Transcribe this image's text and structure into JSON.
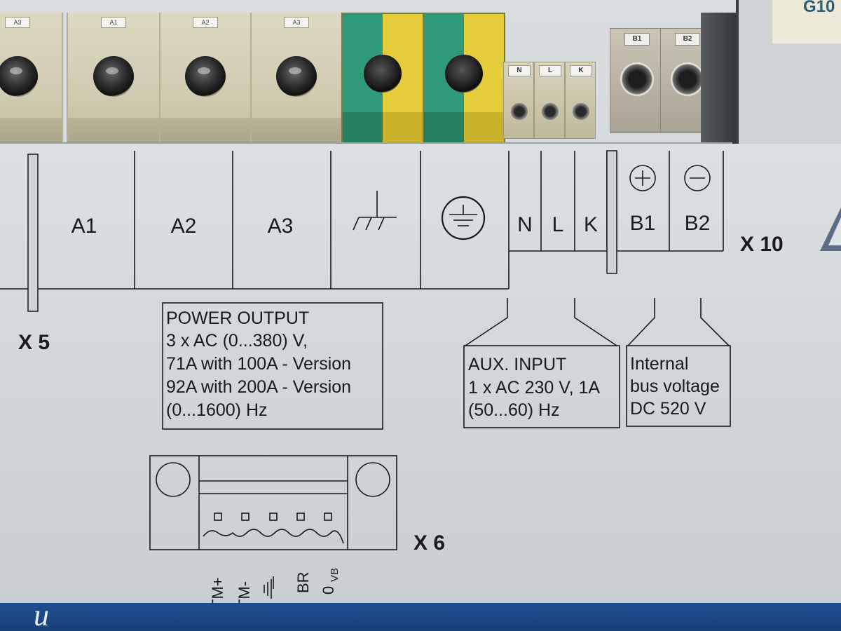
{
  "hardware": {
    "terminal_tags": [
      "A3",
      "A1",
      "A2",
      "A3"
    ],
    "small_terminal_tags": [
      "N",
      "L",
      "K"
    ],
    "bus_terminal_tags": [
      "B1",
      "B2"
    ],
    "device_label": "G10"
  },
  "plate": {
    "x5_terminals": [
      "A1",
      "A2",
      "A3"
    ],
    "aux_terminals": [
      "N",
      "L",
      "K"
    ],
    "bus_terminals": [
      "B1",
      "B2"
    ],
    "x10_label": "X 10",
    "x5_label": "X 5",
    "x6_label": "X 6",
    "power_output_lines": [
      "POWER OUTPUT",
      "3 x AC (0...380) V,",
      "71A with 100A - Version",
      "92A with 200A - Version",
      "(0...1600) Hz"
    ],
    "aux_input_lines": [
      "AUX. INPUT",
      "1 x AC 230 V, 1A",
      "(50...60) Hz"
    ],
    "bus_lines": [
      "Internal",
      "bus voltage",
      "DC 520 V"
    ],
    "x6_pins": [
      "TM+",
      "TM-",
      "BR",
      "0"
    ],
    "x6_pin_subscript": "VB",
    "bottom_text": "u"
  },
  "colors": {
    "plate": "#d2d6da",
    "ink": "#1a1a1a",
    "bluebar": "#1f4f8f",
    "terminal_cream": "#d4cfb4",
    "pe_green": "#2f9a7a",
    "pe_yellow": "#e4cc3a"
  }
}
